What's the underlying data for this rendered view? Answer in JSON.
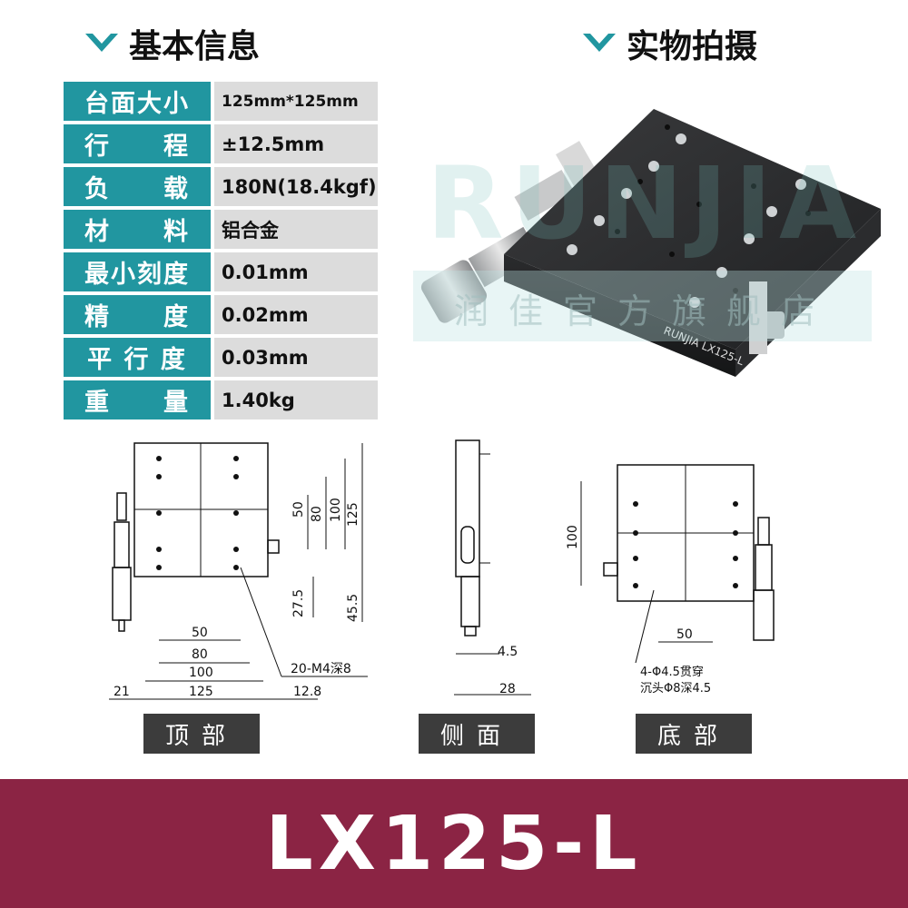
{
  "sections": {
    "info_title": "基本信息",
    "photo_title": "实物拍摄"
  },
  "specs": [
    {
      "label": "台面大小",
      "value": "125mm*125mm"
    },
    {
      "label": "行　　程",
      "value": "±12.5mm"
    },
    {
      "label": "负　　载",
      "value": "180N(18.4kgf)"
    },
    {
      "label": "材　　料",
      "value": "铝合金"
    },
    {
      "label": "最小刻度",
      "value": "0.01mm"
    },
    {
      "label": "精　　度",
      "value": "0.02mm"
    },
    {
      "label": "平 行 度",
      "value": "0.03mm"
    },
    {
      "label": "重　　量",
      "value": "1.40kg"
    }
  ],
  "photo": {
    "watermark_brand": "RUNJIA",
    "watermark_store": "润佳官方旗舰店",
    "engraving": "RUNJIA LX125-L"
  },
  "top_view": {
    "dims": {
      "d50v": "50",
      "d80v": "80",
      "d100v": "100",
      "d125v": "125",
      "d275": "27.5",
      "d455": "45.5",
      "d50h": "50",
      "d80h": "80",
      "d100h": "100",
      "d125h": "125",
      "d21": "21",
      "d128": "12.8"
    },
    "note": "20-M4深8"
  },
  "side_view": {
    "dims": {
      "d45": "4.5",
      "d28": "28"
    }
  },
  "bottom_view": {
    "dims": {
      "d100": "100",
      "d50": "50"
    },
    "note1": "4-Φ4.5贯穿",
    "note2": "沉头Φ8深4.5"
  },
  "captions": {
    "top": "顶部",
    "side": "侧面",
    "bottom": "底部"
  },
  "model": "LX125-L",
  "colors": {
    "accent": "#2196a0",
    "banner": "#8b2444",
    "caption_bg": "#3c3c3c"
  }
}
